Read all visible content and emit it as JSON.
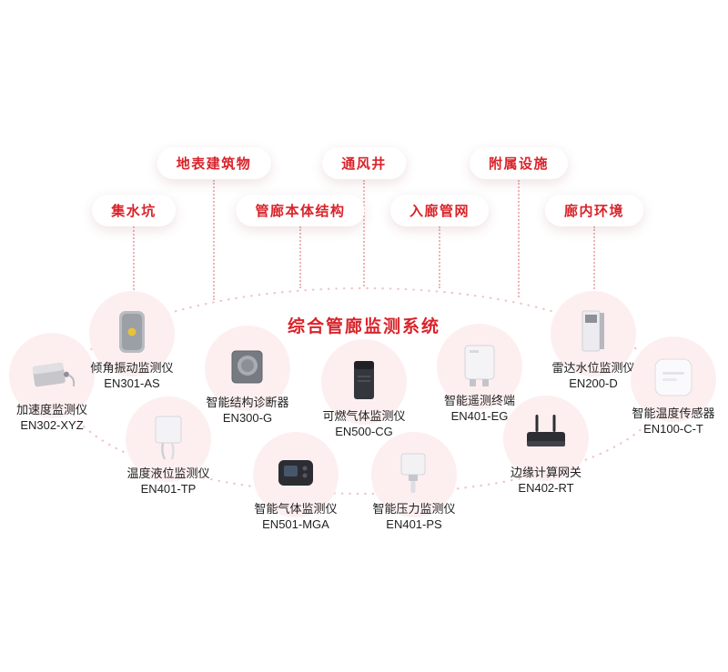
{
  "title": "综合管廊监测系统",
  "colors": {
    "accent": "#d9232a",
    "connector_line": "#efb3b6",
    "device_halo": "#fdeff0"
  },
  "categories": [
    {
      "label": "地表建筑物"
    },
    {
      "label": "通风井"
    },
    {
      "label": "附属设施"
    },
    {
      "label": "集水坑"
    },
    {
      "label": "管廊本体结构"
    },
    {
      "label": "入廊管网"
    },
    {
      "label": "廊内环境"
    }
  ],
  "devices": [
    {
      "name": "加速度监测仪",
      "model": "EN302-XYZ",
      "icon": "accelerometer-device"
    },
    {
      "name": "倾角振动监测仪",
      "model": "EN301-AS",
      "icon": "tilt-vibration-device"
    },
    {
      "name": "智能结构诊断器",
      "model": "EN300-G",
      "icon": "structure-diagnoser-device"
    },
    {
      "name": "可燃气体监测仪",
      "model": "EN500-CG",
      "icon": "combustible-gas-device"
    },
    {
      "name": "智能遥测终端",
      "model": "EN401-EG",
      "icon": "telemetry-terminal-device"
    },
    {
      "name": "雷达水位监测仪",
      "model": "EN200-D",
      "icon": "radar-level-device"
    },
    {
      "name": "智能温度传感器",
      "model": "EN100-C-T",
      "icon": "temperature-sensor-device"
    },
    {
      "name": "温度液位监测仪",
      "model": "EN401-TP",
      "icon": "temp-liquid-level-device"
    },
    {
      "name": "智能气体监测仪",
      "model": "EN501-MGA",
      "icon": "smart-gas-device"
    },
    {
      "name": "智能压力监测仪",
      "model": "EN401-PS",
      "icon": "pressure-monitor-device"
    },
    {
      "name": "边缘计算网关",
      "model": "EN402-RT",
      "icon": "edge-gateway-device"
    }
  ]
}
